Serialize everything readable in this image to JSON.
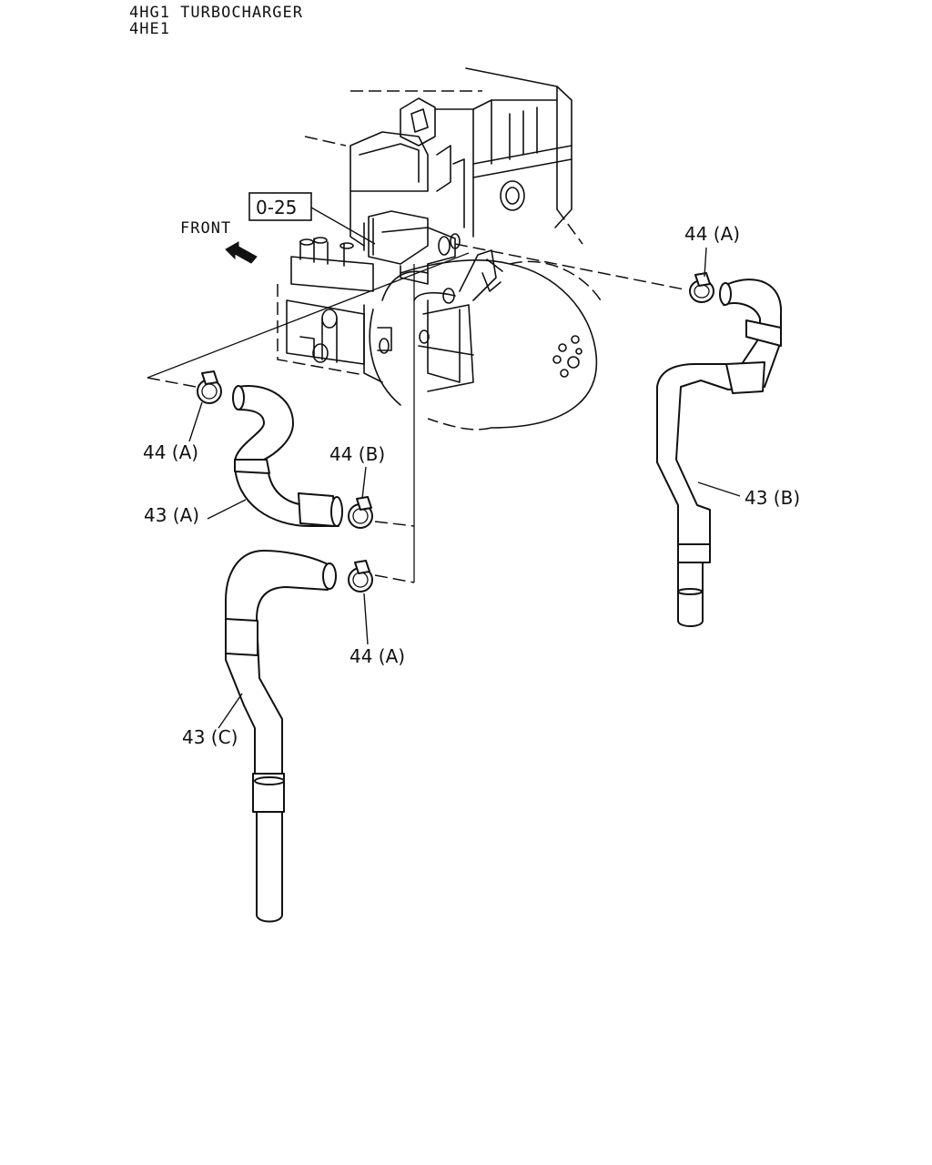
{
  "header": {
    "line1": "4HG1 TURBOCHARGER",
    "line2": "4HE1"
  },
  "ref_box": "0-25",
  "front_label": "FRONT",
  "callouts": {
    "clamp_a_top_right": "44 (A)",
    "clamp_a_left": "44 (A)",
    "clamp_b": "44 (B)",
    "clamp_a_bottom": "44 (A)",
    "hose_a": "43 (A)",
    "hose_b": "43 (B)",
    "hose_c": "43 (C)"
  },
  "icons": [
    "front-arrow-icon"
  ]
}
